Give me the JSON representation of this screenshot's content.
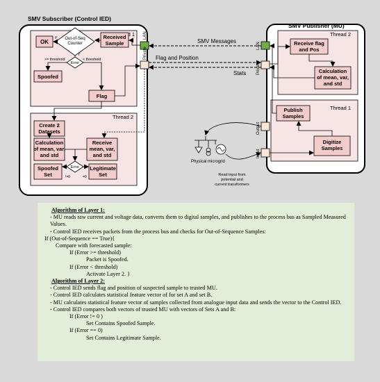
{
  "subscriber": {
    "title": "SMV Subscriber (Control IED)",
    "thread1": "Thread 1",
    "thread2": "Thread 2",
    "ok": "OK",
    "received_sample": [
      "Received",
      "Sample"
    ],
    "out_of_seq": [
      "Out-of-Seq",
      "Counter"
    ],
    "mark_f": "F",
    "mark_t": "T",
    "ge_threshold": ">= threshold",
    "lt_threshold": "< threshold",
    "error": "Error",
    "spoofed": "Spoofed",
    "flag": "Flag",
    "create_datasets": [
      "Create 2",
      "Datasets"
    ],
    "calc_a": [
      "Calculation",
      "of mean, var,",
      "and std"
    ],
    "receive_stats": [
      "Receive",
      "mean, var,",
      "and std"
    ],
    "error2": "Error",
    "spoofed_set": [
      "Spoofed",
      "Set"
    ],
    "legitimate_set": [
      "Legitimate",
      "Set"
    ],
    "ne0": "!=0",
    "eq0": "=0",
    "lan": "LAN",
    "private": "Private"
  },
  "publisher": {
    "title": "SMV Publisher (MU)",
    "thread2": "Thread 2",
    "thread1": "Thread 1",
    "receive_flag": [
      "Receive flag",
      "and Pos"
    ],
    "calc_b": [
      "Calculation",
      "of mean, var,",
      "and std"
    ],
    "publish": [
      "Publish",
      "Samples"
    ],
    "digitize": [
      "Digitize",
      "Samples"
    ],
    "lan": "LAN",
    "private": "Private",
    "output": "Output",
    "input": "Input"
  },
  "links": {
    "smv_messages": "SMV Messages",
    "flag_position": "Flag and Position",
    "stats": "Stats"
  },
  "microgrid": {
    "label": "Physical microgrid",
    "read_input": [
      "Read input from",
      "potential and",
      "current transformers"
    ]
  },
  "colors": {
    "panel_fill": "#f7e4e4",
    "box_fill": "#f4cccc",
    "lan_port": "#70ad47",
    "private_port": "#fbe5d6",
    "algo_bg": "#e2eed8",
    "stage_bg": "#d9d9d9"
  },
  "algorithm": {
    "layer1_heading": "Algorithm of  Layer 1",
    "l1_1": "-    MU reads raw current and voltage data, converts them to digital samples, and publishes to the process bus as Sampled Measured Values.",
    "l1_2": "-    Control IED receives packets from the process bus and checks for Out-of-Sequence Samples:",
    "if_oos": "If (Out-of-Sequence == True){",
    "compare": "Compare with forecasted sample:",
    "if_ge": "If (Error >= threshold)",
    "spoofed_line": "Packet is Spoofed.",
    "if_lt": "If (Error < threshold)",
    "activate": "Activate Layer 2. }",
    "layer2_heading": "Algorithm of Layer 2",
    "l2_1": "-    Control IED sends flag and position of suspected sample to trusted MU.",
    "l2_2": "-    Control IED calculates statistical feature vector of for set A and set B.",
    "l2_3": "-    MU calculates statistical feature vector of samples collected from analogue input data and sends the vector to the Control IED.",
    "l2_4": "-    Control IED compares both vectors of trusted MU with vectors of Sets A and B:",
    "if_ne": "If (Error != 0 )",
    "set_spoofed": "Set Contains Spoofed Sample.",
    "if_eq": "If (Error == 0)",
    "set_legit": "Set Contains Legitimate Sample."
  }
}
